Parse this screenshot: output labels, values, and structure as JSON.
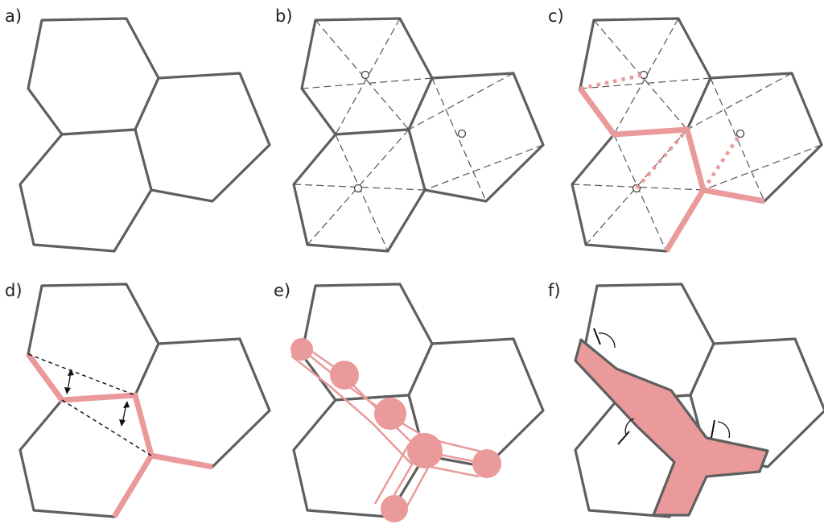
{
  "panels": [
    {
      "label": "a)"
    },
    {
      "label": "b)"
    },
    {
      "label": "c)"
    },
    {
      "label": "d)"
    },
    {
      "label": "e)"
    },
    {
      "label": "f)"
    }
  ],
  "colors": {
    "cell_outline": "#5f5f5f",
    "highlight": "#ea9a9a",
    "annotation": "#111111"
  }
}
